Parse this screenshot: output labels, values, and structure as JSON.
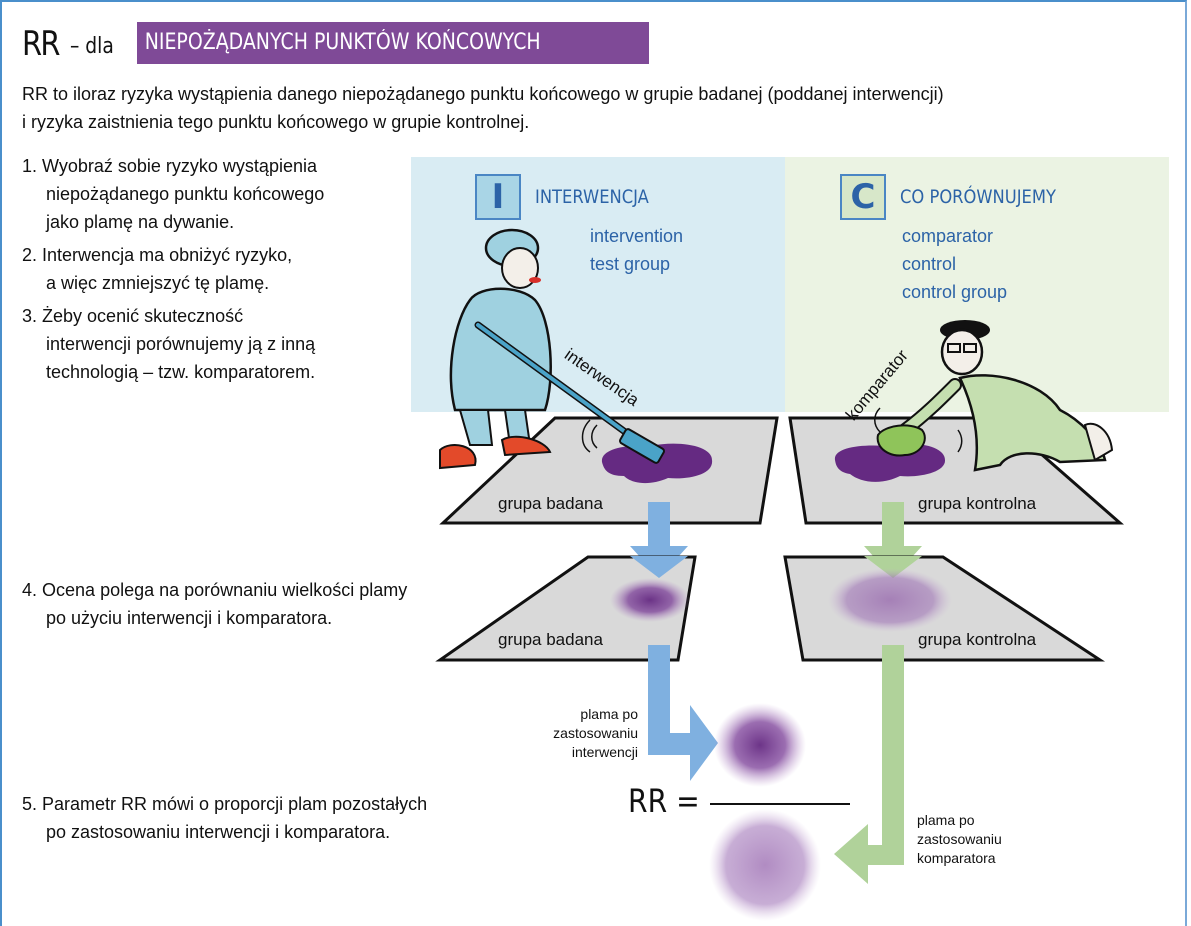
{
  "title": {
    "prefix": "RR",
    "connector": "– dla",
    "highlight": "NIEPOŻĄDANYCH PUNKTÓW KOŃCOWYCH"
  },
  "intro": {
    "line1": "RR to iloraz ryzyka wystąpienia danego niepożądanego punktu końcowego w grupie badanej (poddanej interwencji)",
    "line2": "i ryzyka zaistnienia tego punktu końcowego w grupie kontrolnej."
  },
  "steps": [
    {
      "number": "1.",
      "lines": [
        "Wyobraź sobie ryzyko wystąpienia",
        "niepożądanego punktu końcowego",
        "jako plamę na dywanie."
      ]
    },
    {
      "number": "2.",
      "lines": [
        "Interwencja ma obniżyć ryzyko,",
        "a więc zmniejszyć tę plamę."
      ]
    },
    {
      "number": "3.",
      "lines": [
        "Żeby ocenić skuteczność",
        "interwencji porównujemy ją z inną",
        "technologią – tzw. komparatorem."
      ]
    },
    {
      "number": "4.",
      "lines": [
        "Ocena polega na porównaniu wielkości plamy",
        "po użyciu interwencji i komparatora."
      ]
    },
    {
      "number": "5.",
      "lines": [
        "Parametr RR mówi o proporcji plam pozostałych",
        "po zastosowaniu interwencji i komparatora."
      ]
    }
  ],
  "panels": {
    "intervention": {
      "letter": "I",
      "heading": "INTERWENCJA",
      "terms": [
        "intervention",
        "test group"
      ],
      "figure_label": "interwencja",
      "color": "#d9ecf3"
    },
    "comparator": {
      "letter": "C",
      "heading": "CO PORÓWNUJEMY",
      "terms": [
        "comparator",
        "control",
        "control group"
      ],
      "figure_label": "komparator",
      "color": "#ebf3e3"
    }
  },
  "carpets": {
    "test_group": "grupa badana",
    "control_group": "grupa kontrolna"
  },
  "formula": {
    "lhs": "RR =",
    "numerator_caption": [
      "plama po",
      "zastosowaniu",
      "interwencji"
    ],
    "denominator_caption": [
      "plama po",
      "zastosowaniu",
      "komparatora"
    ]
  },
  "colors": {
    "accent_purple": "#7f4a97",
    "stain_purple": "#652a82",
    "intervention_arrow": "#7fb0e0",
    "comparator_arrow": "#b0d29a",
    "heading_blue": "#2c63a7",
    "frame_blue": "#4a8fcb"
  }
}
